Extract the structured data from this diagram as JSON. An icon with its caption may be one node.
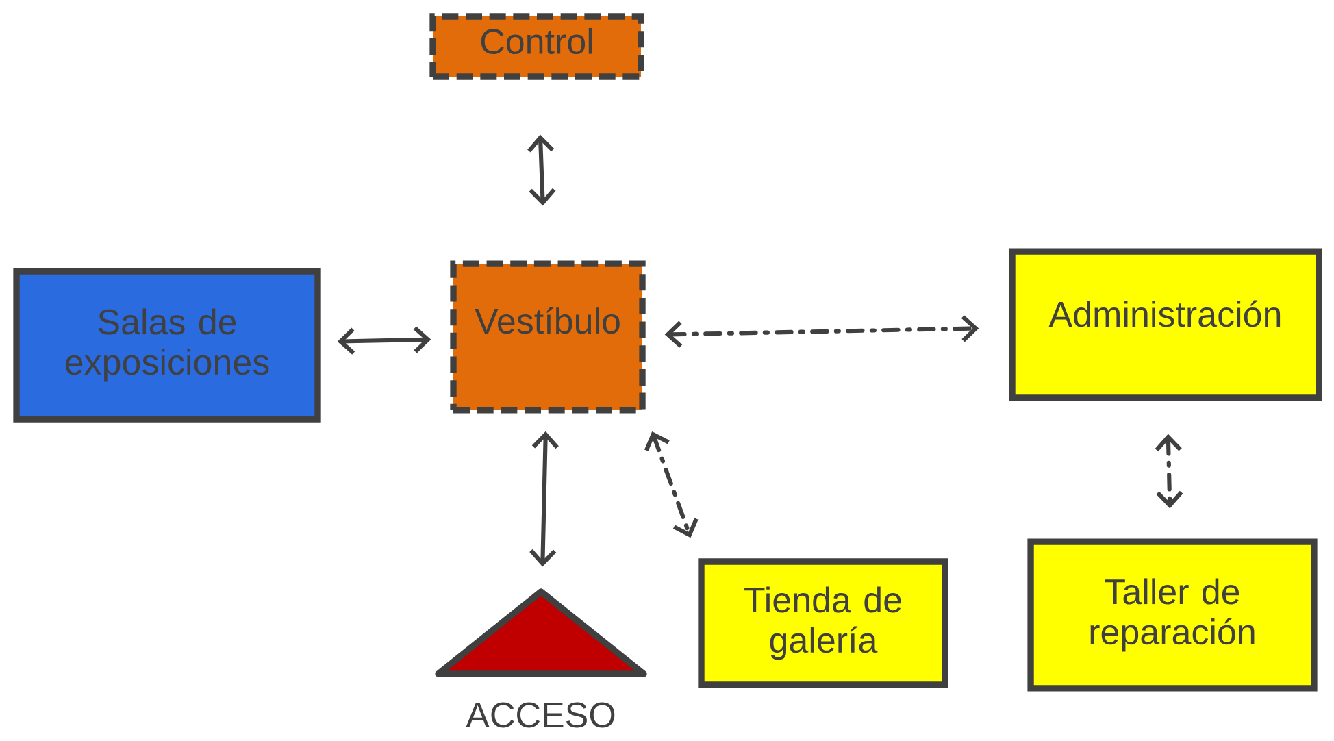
{
  "diagram": {
    "nodes": [
      {
        "text": [
          "Control"
        ]
      },
      {
        "text": [
          "Salas de exposiciones"
        ]
      },
      {
        "text": [
          "Vestíbulo"
        ]
      },
      {
        "text": [
          "Administración"
        ]
      },
      {
        "text": [
          "ACCESO"
        ]
      },
      {
        "text": [
          "Tienda de galería"
        ]
      },
      {
        "text": [
          "Taller de reparación"
        ]
      }
    ],
    "edges": [
      {
        "from": 0,
        "to": 2,
        "arrow": "both"
      },
      {
        "from": 1,
        "to": 2,
        "arrow": "both"
      },
      {
        "from": 2,
        "to": 3,
        "arrow": "both",
        "style": "dashed"
      },
      {
        "from": 2,
        "to": 4,
        "arrow": "both"
      },
      {
        "from": 2,
        "to": 5,
        "arrow": "both",
        "style": "dashed"
      },
      {
        "from": 3,
        "to": 6,
        "arrow": "both",
        "style": "dashed"
      }
    ]
  }
}
